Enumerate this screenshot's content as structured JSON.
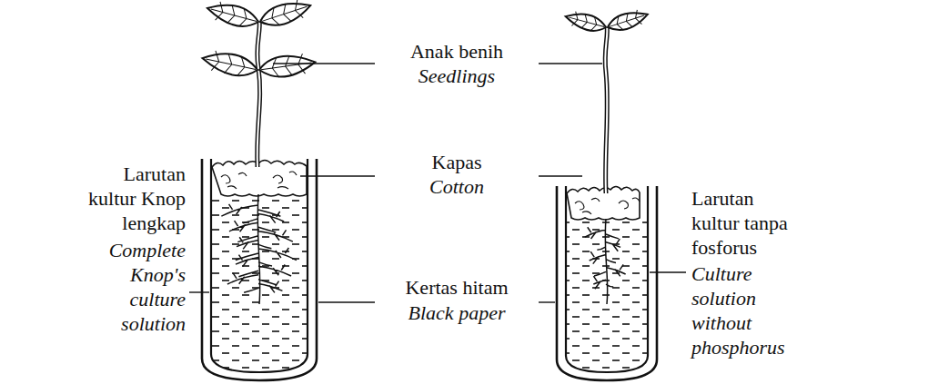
{
  "diagram": {
    "labels": [
      "Anak benih",
      "Seedlings",
      "Kapas",
      "Cotton",
      "Kertas hitam",
      "Black paper",
      "Larutan kultur Knop lengkap",
      "Complete Knop's culture solution",
      "Larutan kultur tanpa fosforus",
      "Culture solution without phosphorus"
    ]
  }
}
